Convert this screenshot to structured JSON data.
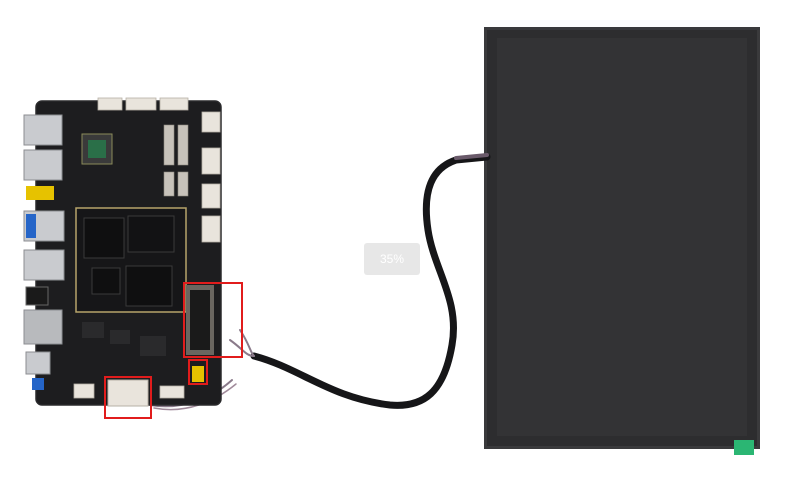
{
  "photo": {
    "subject": "mainboard-with-lcd-panel",
    "board_color": "#1d1d1f",
    "panel_color": "#2e2e30",
    "highlight_color": "#e11c1c",
    "highlight_count": 3
  },
  "overlay": {
    "zoom_label": "35%"
  }
}
